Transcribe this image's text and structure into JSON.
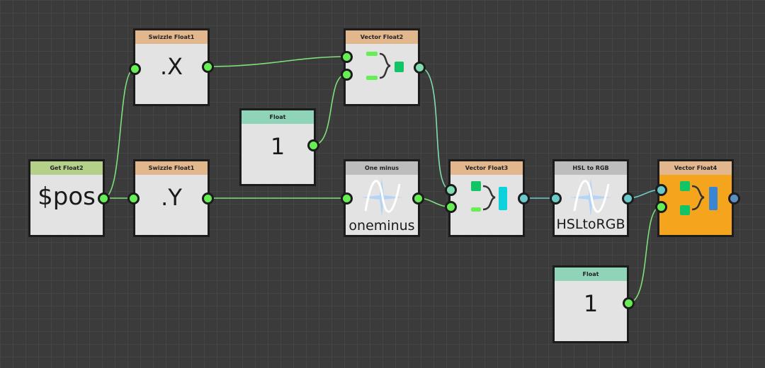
{
  "nodes": {
    "get_float2": {
      "title": "Get Float2",
      "value": "$pos"
    },
    "swizzle_x": {
      "title": "Swizzle Float1",
      "value": ".X"
    },
    "swizzle_y": {
      "title": "Swizzle Float1",
      "value": ".Y"
    },
    "float_top": {
      "title": "Float",
      "value": "1"
    },
    "vector_float2": {
      "title": "Vector Float2"
    },
    "one_minus": {
      "title": "One minus",
      "value": "oneminus"
    },
    "vector_float3": {
      "title": "Vector Float3"
    },
    "hsl_to_rgb": {
      "title": "HSL to RGB",
      "value": "HSLtoRGB"
    },
    "vector_float4": {
      "title": "Vector Float4"
    },
    "float_bottom": {
      "title": "Float",
      "value": "1"
    }
  },
  "colors": {
    "green_header": "#b5d08a",
    "swizzle_header": "#e2b78e",
    "float_header": "#8fd3b9",
    "func_header": "#bdbdbd",
    "vf4_body": "#f5a51d"
  }
}
